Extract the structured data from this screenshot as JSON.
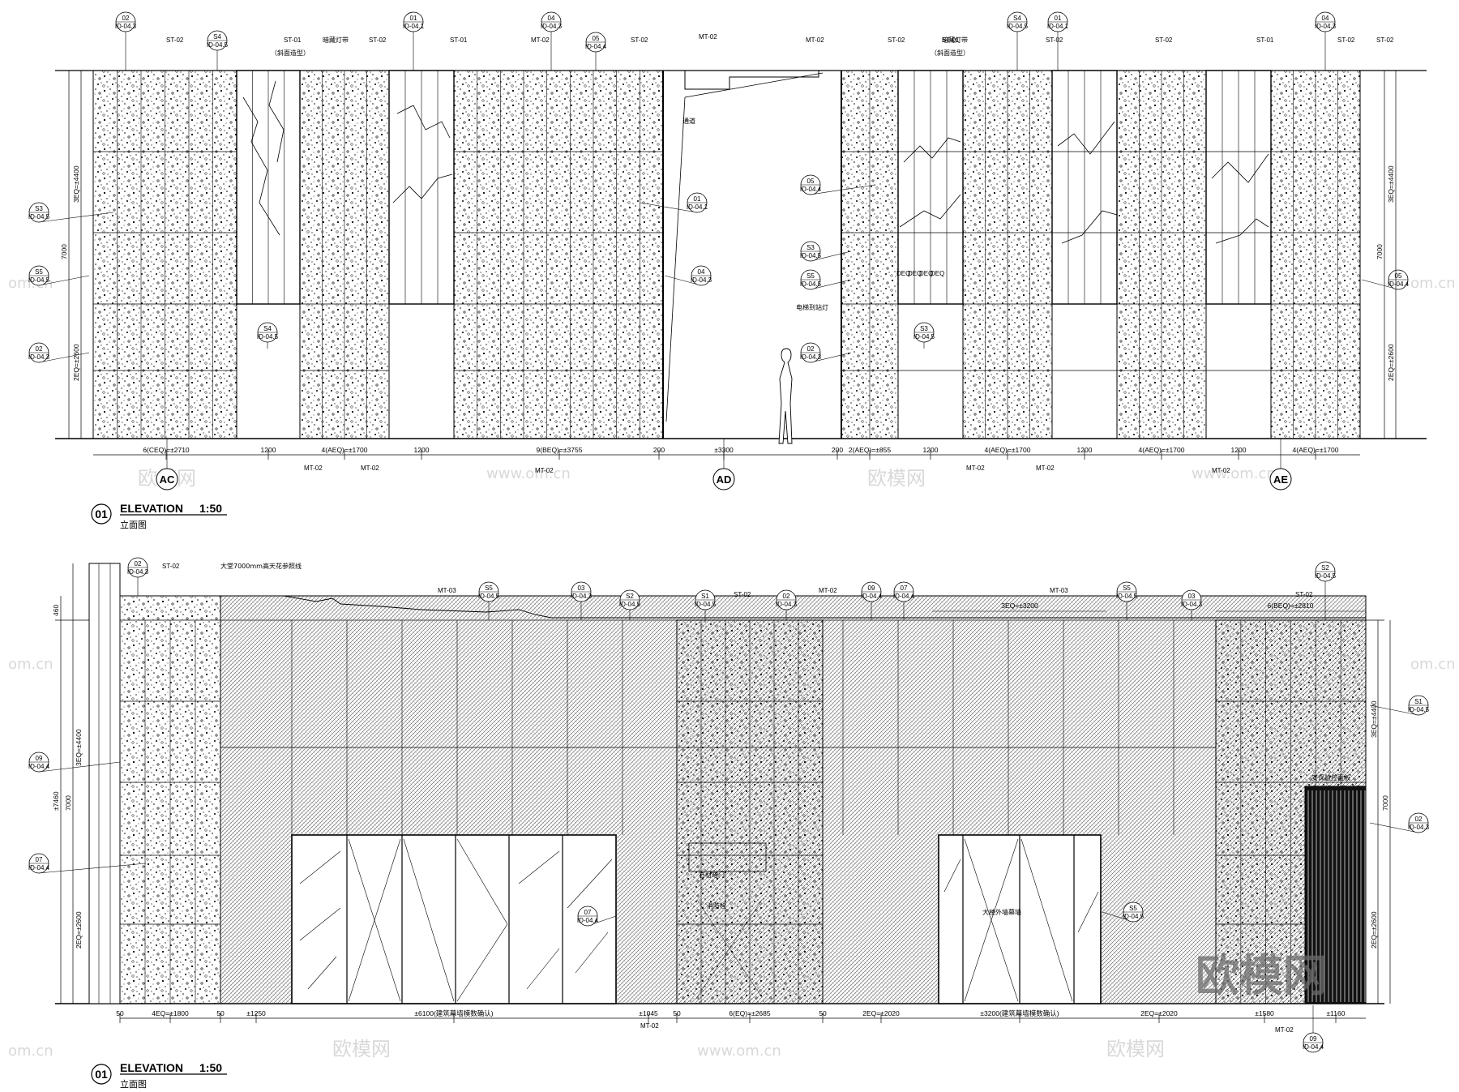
{
  "elevation_1": {
    "title_num": "01",
    "title": "ELEVATION",
    "scale": "1:50",
    "subtitle": "立面图",
    "grid_labels": [
      "AC",
      "AD",
      "AE"
    ],
    "height_dims": [
      "7000",
      "3EQ=±4400",
      "2EQ=±2600"
    ],
    "bottom_dims": [
      "6(CEQ)=±2710",
      "1200",
      "4(AEQ)=±1700",
      "1200",
      "9(BEQ)=±3755",
      "200",
      "±3300",
      "200",
      "2(AEQ)=±855",
      "1200",
      "4(AEQ)=±1700",
      "1200",
      "4(AEQ)=±1700",
      "1200",
      "4(AEQ)=±1700"
    ],
    "tags": [
      "ST-02",
      "ST-01",
      "MT-02",
      "暗藏灯带",
      "（斜面造型）",
      "通道",
      "电梯到站灯",
      "DEQ"
    ],
    "callouts": [
      {
        "code": "02",
        "ref": "ID-04.3"
      },
      {
        "code": "S4",
        "ref": "ID-04.5"
      },
      {
        "code": "01",
        "ref": "ID-04.1"
      },
      {
        "code": "04",
        "ref": "ID-04.3"
      },
      {
        "code": "05",
        "ref": "ID-04.4"
      },
      {
        "code": "S3",
        "ref": "ID-04.5"
      },
      {
        "code": "S5",
        "ref": "ID-04.5"
      }
    ]
  },
  "elevation_2": {
    "title_num": "01",
    "title": "ELEVATION",
    "scale": "1:50",
    "subtitle": "立面图",
    "height_dims": [
      "460",
      "±7460",
      "7000",
      "3EQ=±4400",
      "2EQ=±2600"
    ],
    "bottom_dims": [
      "50",
      "4EQ=±1800",
      "50",
      "±1250",
      "±6100(建筑幕墙模数确认)",
      "±1045",
      "50",
      "6(EQ)=±2685",
      "50",
      "2EQ=±2020",
      "±3200(建筑幕墙模数确认)",
      "2EQ=±2020",
      "±1580",
      "±1160"
    ],
    "top_dims": [
      "3EQ=±3200",
      "6(BEQ)=±2810"
    ],
    "tags": [
      "ST-02",
      "MT-03",
      "MT-02",
      "大堂7000mm高天花参照线",
      "大楼外墙幕墙",
      "石材暗门",
      "消防栓",
      "安保监控面板"
    ],
    "callouts": [
      {
        "code": "02",
        "ref": "ID-04.3"
      },
      {
        "code": "09",
        "ref": "ID-04.4"
      },
      {
        "code": "07",
        "ref": "ID-04.4"
      },
      {
        "code": "S5",
        "ref": "ID-04.5"
      },
      {
        "code": "03",
        "ref": "ID-04.3"
      },
      {
        "code": "S2",
        "ref": "ID-04.5"
      },
      {
        "code": "S1",
        "ref": "ID-04.5"
      }
    ]
  },
  "watermarks": {
    "logo": "欧模网",
    "site": "www.om.cn",
    "edge": "om.cn"
  }
}
